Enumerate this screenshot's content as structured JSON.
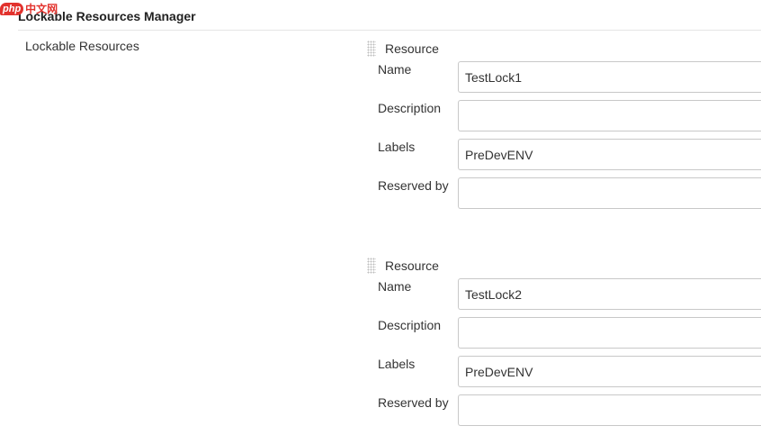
{
  "watermark": {
    "logo": "php",
    "text": "中文网"
  },
  "section": {
    "title": "Lockable Resources Manager",
    "field_label": "Lockable Resources"
  },
  "resources": [
    {
      "header": "Resource",
      "name_label": "Name",
      "name_value": "TestLock1",
      "description_label": "Description",
      "description_value": "",
      "labels_label": "Labels",
      "labels_value": "PreDevENV",
      "reserved_label": "Reserved by",
      "reserved_value": ""
    },
    {
      "header": "Resource",
      "name_label": "Name",
      "name_value": "TestLock2",
      "description_label": "Description",
      "description_value": "",
      "labels_label": "Labels",
      "labels_value": "PreDevENV",
      "reserved_label": "Reserved by",
      "reserved_value": ""
    }
  ]
}
